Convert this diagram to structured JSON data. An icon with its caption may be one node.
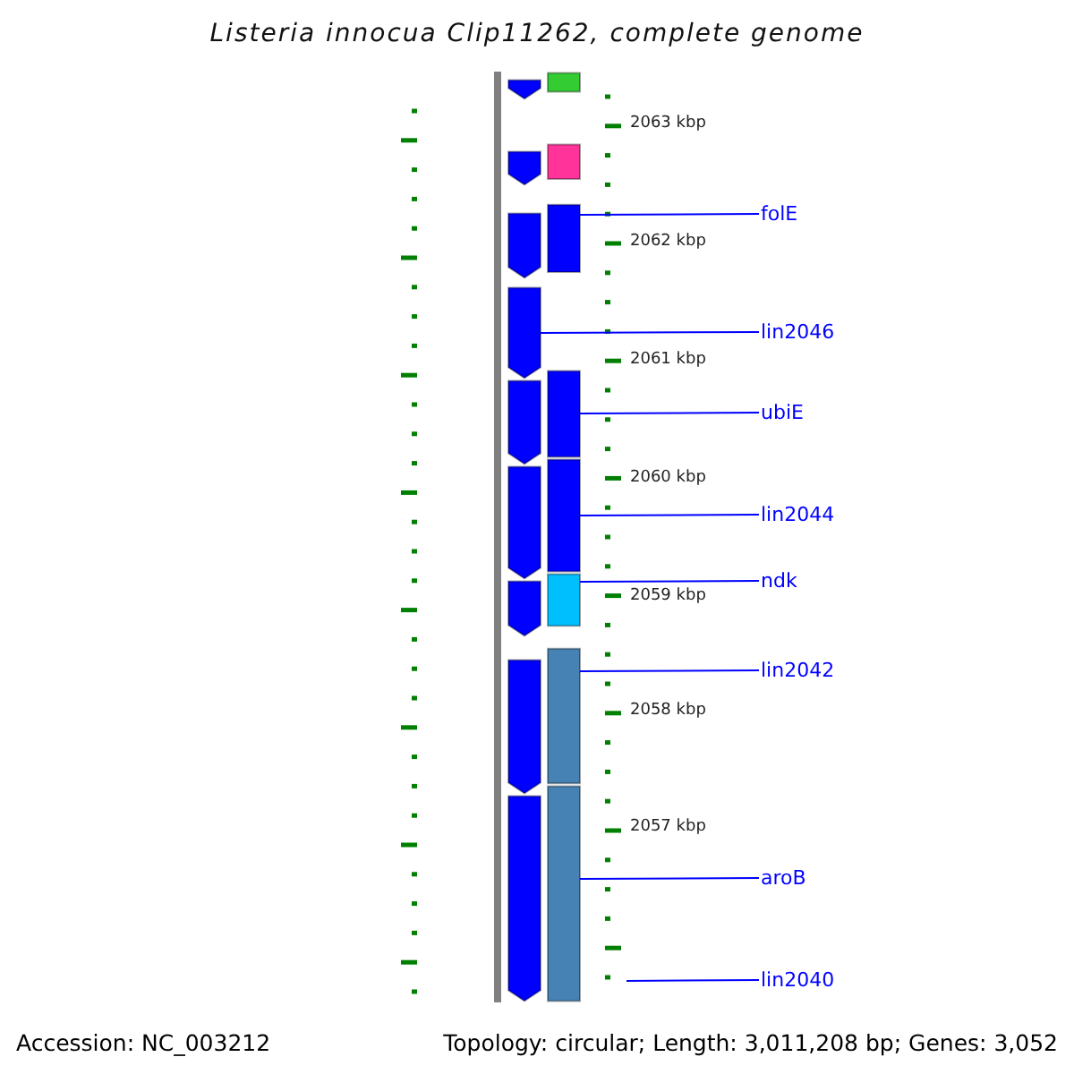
{
  "diagram": {
    "title": "Listeria innocua Clip11262, complete genome",
    "nodes": [
      {
        "text": [
          "folE"
        ]
      },
      {
        "text": [
          "lin2046"
        ]
      },
      {
        "text": [
          "ubiE"
        ]
      },
      {
        "text": [
          "lin2044"
        ]
      },
      {
        "text": [
          "ndk"
        ]
      },
      {
        "text": [
          "lin2042"
        ]
      },
      {
        "text": [
          "aroB"
        ]
      },
      {
        "text": [
          "lin2040"
        ]
      },
      {
        "text": [],
        "shape": "bar"
      },
      {
        "text": [],
        "shape": "bar"
      },
      {
        "text": [],
        "shape": "bar"
      },
      {
        "text": [],
        "shape": "bar"
      },
      {
        "text": [],
        "shape": "bar"
      },
      {
        "text": [],
        "shape": "bar"
      },
      {
        "text": [],
        "shape": "bar"
      },
      {
        "text": [],
        "shape": "bar"
      },
      {
        "text": [],
        "shape": "bar"
      },
      {
        "text": [],
        "shape": "bar"
      },
      {
        "text": [],
        "shape": "bar"
      },
      {
        "text": [],
        "shape": "bar"
      },
      {
        "text": [],
        "shape": "bar"
      },
      {
        "text": [],
        "shape": "bar"
      },
      {
        "text": [],
        "shape": "bar"
      },
      {
        "text": [],
        "shape": "bar"
      },
      {
        "text": [],
        "shape": "bar"
      }
    ],
    "edges": [
      {
        "from": 0,
        "to": 12,
        "arrow": "none"
      },
      {
        "from": 1,
        "to": 14,
        "arrow": "none"
      },
      {
        "from": 2,
        "to": 15,
        "arrow": "none"
      },
      {
        "from": 3,
        "to": 17,
        "arrow": "none"
      },
      {
        "from": 4,
        "to": 19,
        "arrow": "none"
      },
      {
        "from": 5,
        "to": 21,
        "arrow": "none"
      },
      {
        "from": 6,
        "to": 23,
        "arrow": "none"
      },
      {
        "from": 7,
        "to": null,
        "arrow": "none"
      }
    ],
    "labels": [
      "2063 kbp",
      "2062 kbp",
      "2061 kbp",
      "2060 kbp",
      "2059 kbp",
      "2058 kbp",
      "2057 kbp",
      "Accession: NC_003212",
      "Topology: circular; Length: 3,011,208 bp; Genes: 3,052"
    ]
  }
}
